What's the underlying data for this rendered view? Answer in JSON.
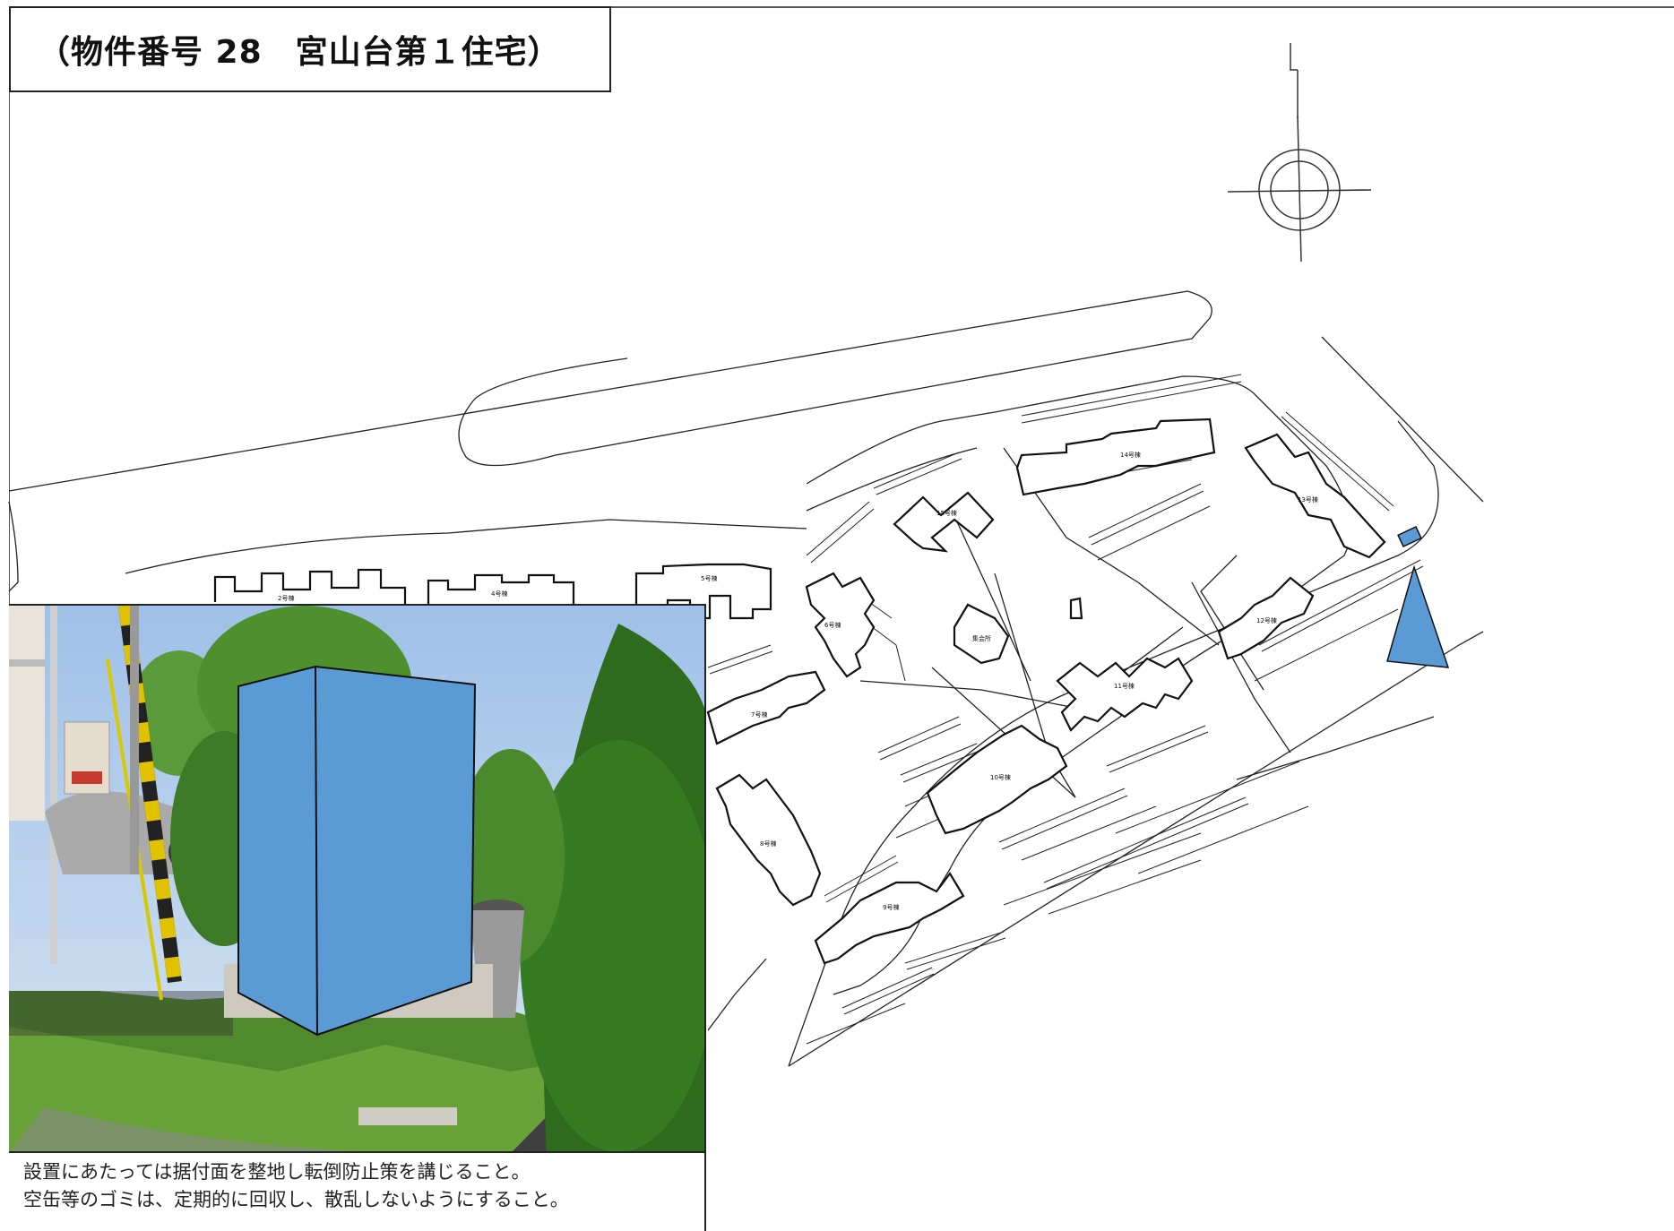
{
  "title": "（物件番号 28　宮山台第１住宅）",
  "building_labels": [
    "2号棟",
    "4号棟",
    "5号棟",
    "6号棟",
    "7号棟",
    "8号棟",
    "9号棟",
    "10号棟",
    "11号棟",
    "12号棟",
    "13号棟",
    "14号棟",
    "15号棟",
    "集会所"
  ],
  "notes": [
    "設置にあたっては据付面を整地し転倒防止策を講じること。",
    "空缶等のゴミは、定期的に回収し、散乱しないようにすること。"
  ],
  "colors": {
    "marker": "#5b9bd5",
    "line": "#111111",
    "frame": "#222222"
  }
}
